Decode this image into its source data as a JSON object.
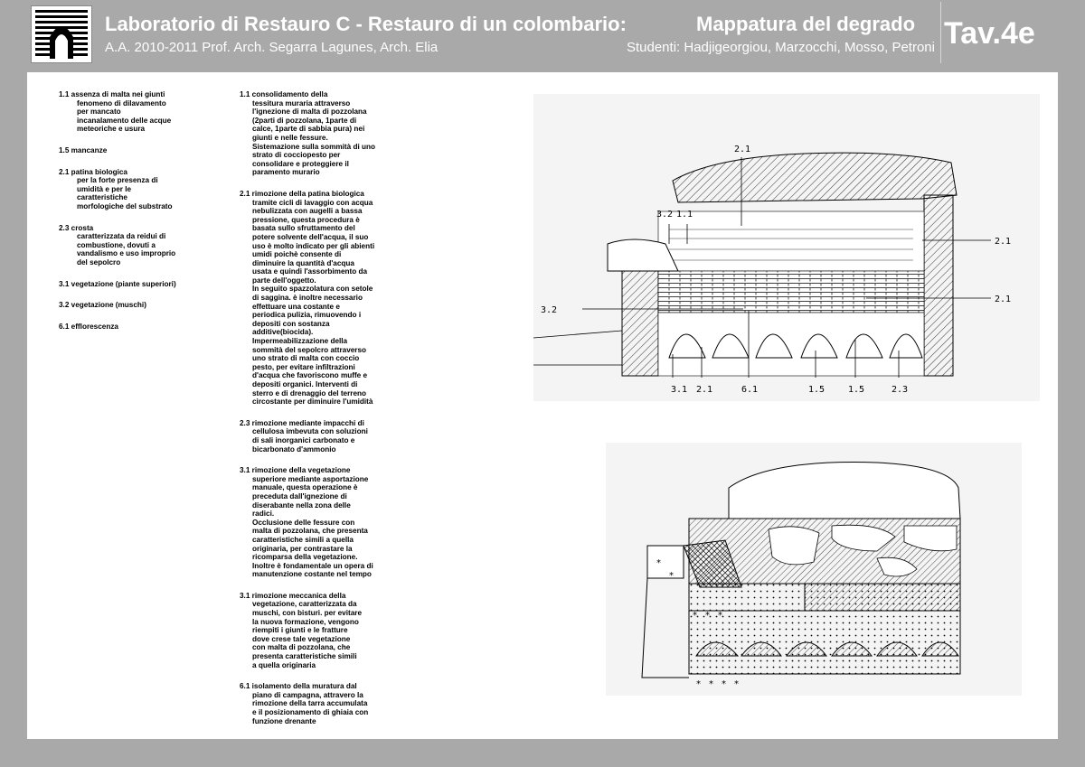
{
  "header": {
    "title_left": "Laboratorio di Restauro C - Restauro di un colombario:",
    "title_right": "Mappatura del degrado",
    "subtitle_left": "A.A. 2010-2011 Prof. Arch. Segarra Lagunes, Arch. Elia",
    "subtitle_right": "Studenti: Hadjigeorgiou, Marzocchi, Mosso, Petroni",
    "sheet_code": "Tav.4e"
  },
  "legend_degrado": [
    {
      "code": "1.1",
      "title": "assenza di malta nei giunti",
      "desc": "fenomeno di dilavamento\nper mancato\nincanalamento delle acque\nmeteoriche e usura"
    },
    {
      "code": "1.5",
      "title": "mancanze",
      "desc": ""
    },
    {
      "code": "2.1",
      "title": "patina biologica",
      "desc": "per la forte presenza di\numidità e per le\ncaratteristiche\nmorfologiche del substrato"
    },
    {
      "code": "2.3",
      "title": "crosta",
      "desc": "caratterizzata da reidui di\ncombustione, dovuti a\nvandalismo e uso improprio\ndel sepolcro"
    },
    {
      "code": "3.1",
      "title": "vegetazione (piante superiori)",
      "desc": ""
    },
    {
      "code": "3.2",
      "title": "vegetazione (muschi)",
      "desc": ""
    },
    {
      "code": "6.1",
      "title": "efflorescenza",
      "desc": ""
    }
  ],
  "legend_interventi": [
    {
      "code": "1.1",
      "title": "consolidamento della",
      "desc": "tessitura muraria attraverso\nl'ignezione di malta di pozzolana\n(2parti di pozzolana, 1parte di\ncalce, 1parte di sabbia pura) nei\ngiunti e nelle fessure.\nSistemazione sulla sommità di uno\nstrato di cocciopesto per\nconsolidare e proteggiere il\nparamento murario"
    },
    {
      "code": "2.1",
      "title": "rimozione della patina biologica",
      "desc": "tramite cicli di lavaggio con acqua\nnebulizzata con augelli a bassa\npressione, questa procedura è\nbasata sullo sfruttamento del\npotere solvente dell'acqua, il suo\nuso è molto indicato per gli abienti\numidi poichè consente di\ndiminuire la quantità d'acqua\nusata e quindi l'assorbimento da\nparte dell'oggetto.\nIn seguito spazzolatura con setole\ndi saggina. è inoltre necessario\neffettuare una costante e\nperiodica pulizia, rimuovendo i\ndepositi con sostanza\nadditive(biocida).\nImpermeabilizzazione della\nsommità del sepolcro attraverso\nuno strato di malta con coccio\npesto, per evitare infiltrazioni\nd'acqua che favoriscono muffe e\ndepositi organici. Interventi di\nsterro e di drenaggio del terreno\ncircostante per diminuire l'umidità"
    },
    {
      "code": "2.3",
      "title": "rimozione mediante impacchi di",
      "desc": "cellulosa imbevuta con soluzioni\ndi sali inorganici carbonato e\nbicarbonato d'ammonio"
    },
    {
      "code": "3.1",
      "title": "rimozione della vegetazione",
      "desc": "superiore mediante asportazione\nmanuale, questa operazione è\npreceduta dall'ignezione di\ndiserabante nella zona delle\nradici.\nOcclusione delle fessure con\nmalta di pozzolana, che presenta\ncaratteristiche simili a quella\noriginaria, per contrastare la\nricomparsa della vegetazione.\nInoltre è fondamentale un opera di\nmanutenzione costante nel tempo"
    },
    {
      "code": "3.1",
      "title": "rimozione meccanica della",
      "desc": "vegetazione, caratterizzata da\nmuschi, con bisturi. per evitare\nla nuova formazione, vengono\nriempiti i giunti e le fratture\ndove crese tale vegetazione\ncon malta di pozzolana, che\npresenta caratteristiche simili\na quella originaria"
    },
    {
      "code": "6.1",
      "title": "isolamento della muratura dal",
      "desc": "piano di campagna, attravero la\nrimozione della tarra accumulata\ne il posizionamento di ghiaia con\nfunzione drenante"
    }
  ],
  "drawing_labels": {
    "top": "2.1",
    "upper_left_a": "3.2",
    "upper_left_b": "1.1",
    "right_1": "2.1",
    "right_2": "2.1",
    "left": "3.2",
    "bottom": [
      "3.1",
      "2.1",
      "6.1",
      "1.5",
      "1.5",
      "2.3"
    ]
  }
}
